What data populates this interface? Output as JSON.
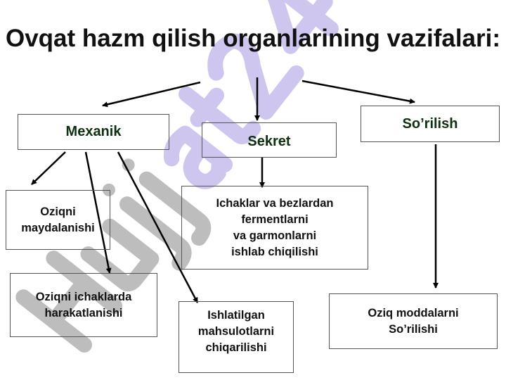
{
  "title": "Ovqat hazm qilish organlarining vazifalari:",
  "watermark": "Hujjat24",
  "categories": {
    "mexanik": "Mexanik",
    "sekret": "Sekret",
    "sorilish": "So’rilish"
  },
  "items": {
    "maydalanishi": "Oziqni\nmaydalanishi",
    "harakatlanishi": "Oziqni ichaklarda\nharakatlanishi",
    "chiqarilishi": "Ishlatilgan\nmahsulotlarni\nchiqarilishi",
    "fermentlar": "Ichaklar va bezlardan\nfermentlarni\nva garmonlarni\nishlab chiqilishi",
    "oziq_sorilishi": "Oziq moddalarni\nSo’rilishi"
  },
  "colors": {
    "heading": "#0d3010",
    "watermark_gray": "#b8b8b8",
    "watermark_purple": "#c9c0ee"
  }
}
